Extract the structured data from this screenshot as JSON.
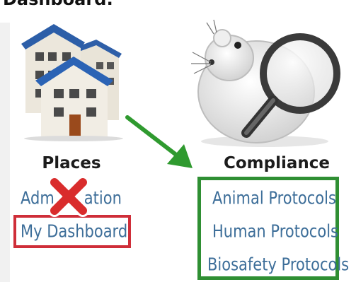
{
  "page": {
    "heading": "Dashboard:"
  },
  "places": {
    "title": "Places",
    "links": [
      {
        "label": "Administration",
        "partial_visible_left": "Adm",
        "partial_visible_right": "ation"
      },
      {
        "label": "My Dashboard"
      }
    ]
  },
  "compliance": {
    "title": "Compliance",
    "links": [
      {
        "label": "Animal Protocols"
      },
      {
        "label": "Human Protocols"
      },
      {
        "label": "Biosafety Protocols"
      }
    ]
  },
  "annotations": {
    "red_highlight_color": "#cf2e39",
    "green_highlight_color": "#2f8f33",
    "arrow_color": "#2f9a2f",
    "x_mark_color": "#d92c2c"
  },
  "icons": {
    "places_icon": "buildings-icon",
    "compliance_icon": "lab-mouse-magnifier-icon"
  }
}
